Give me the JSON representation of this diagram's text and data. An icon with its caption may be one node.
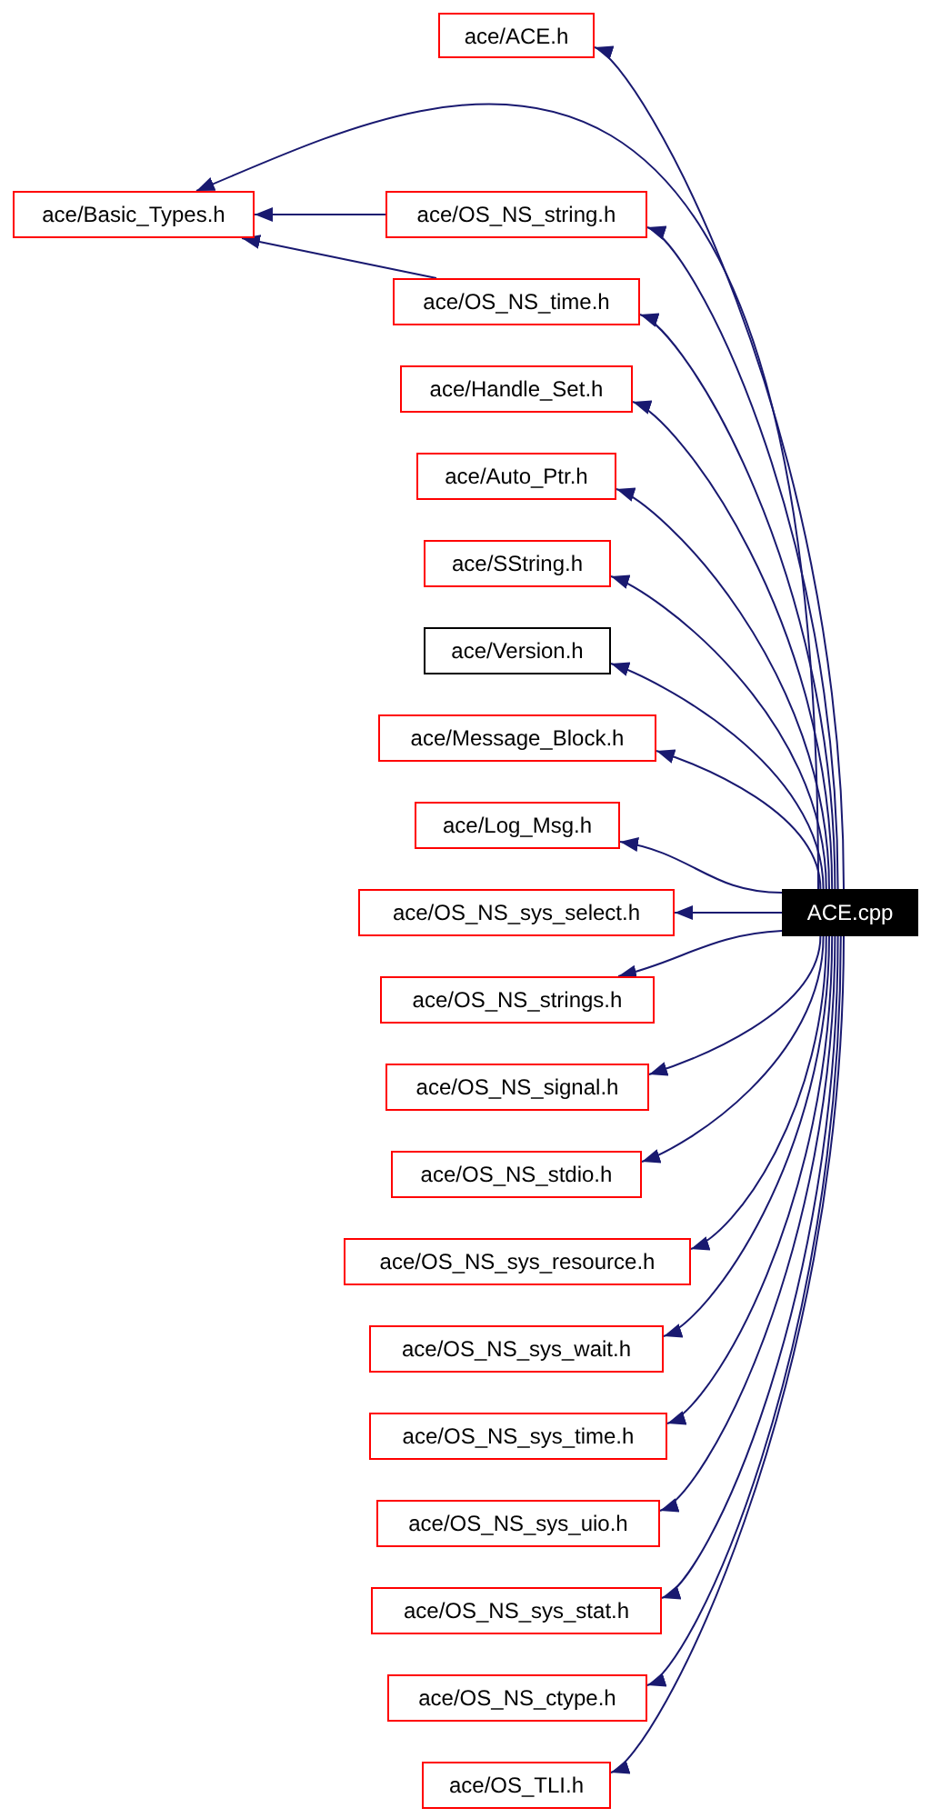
{
  "diagram": {
    "nodes": [
      {
        "text": [
          "ace/ACE.h"
        ]
      },
      {
        "text": [
          "ace/Basic_Types.h"
        ]
      },
      {
        "text": [
          "ace/OS_NS_string.h"
        ]
      },
      {
        "text": [
          "ace/OS_NS_time.h"
        ]
      },
      {
        "text": [
          "ace/Handle_Set.h"
        ]
      },
      {
        "text": [
          "ace/Auto_Ptr.h"
        ]
      },
      {
        "text": [
          "ace/SString.h"
        ]
      },
      {
        "text": [
          "ace/Version.h"
        ]
      },
      {
        "text": [
          "ace/Message_Block.h"
        ]
      },
      {
        "text": [
          "ace/Log_Msg.h"
        ]
      },
      {
        "text": [
          "ace/OS_NS_sys_select.h"
        ]
      },
      {
        "text": [
          "ACE.cpp"
        ]
      },
      {
        "text": [
          "ace/OS_NS_strings.h"
        ]
      },
      {
        "text": [
          "ace/OS_NS_signal.h"
        ]
      },
      {
        "text": [
          "ace/OS_NS_stdio.h"
        ]
      },
      {
        "text": [
          "ace/OS_NS_sys_resource.h"
        ]
      },
      {
        "text": [
          "ace/OS_NS_sys_wait.h"
        ]
      },
      {
        "text": [
          "ace/OS_NS_sys_time.h"
        ]
      },
      {
        "text": [
          "ace/OS_NS_sys_uio.h"
        ]
      },
      {
        "text": [
          "ace/OS_NS_sys_stat.h"
        ]
      },
      {
        "text": [
          "ace/OS_NS_ctype.h"
        ]
      },
      {
        "text": [
          "ace/OS_TLI.h"
        ]
      }
    ],
    "edges": [
      {
        "from": 11,
        "to": 0,
        "arrow": "to"
      },
      {
        "from": 11,
        "to": 1,
        "arrow": "to"
      },
      {
        "from": 11,
        "to": 2,
        "arrow": "to"
      },
      {
        "from": 11,
        "to": 3,
        "arrow": "to"
      },
      {
        "from": 11,
        "to": 4,
        "arrow": "to"
      },
      {
        "from": 11,
        "to": 5,
        "arrow": "to"
      },
      {
        "from": 11,
        "to": 6,
        "arrow": "to"
      },
      {
        "from": 11,
        "to": 7,
        "arrow": "to"
      },
      {
        "from": 11,
        "to": 8,
        "arrow": "to"
      },
      {
        "from": 11,
        "to": 9,
        "arrow": "to"
      },
      {
        "from": 11,
        "to": 10,
        "arrow": "to"
      },
      {
        "from": 11,
        "to": 12,
        "arrow": "to"
      },
      {
        "from": 11,
        "to": 13,
        "arrow": "to"
      },
      {
        "from": 11,
        "to": 14,
        "arrow": "to"
      },
      {
        "from": 11,
        "to": 15,
        "arrow": "to"
      },
      {
        "from": 11,
        "to": 16,
        "arrow": "to"
      },
      {
        "from": 11,
        "to": 17,
        "arrow": "to"
      },
      {
        "from": 11,
        "to": 18,
        "arrow": "to"
      },
      {
        "from": 11,
        "to": 19,
        "arrow": "to"
      },
      {
        "from": 11,
        "to": 20,
        "arrow": "to"
      },
      {
        "from": 11,
        "to": 21,
        "arrow": "to"
      },
      {
        "from": 2,
        "to": 1,
        "arrow": "to"
      },
      {
        "from": 3,
        "to": 1,
        "arrow": "to"
      }
    ]
  }
}
